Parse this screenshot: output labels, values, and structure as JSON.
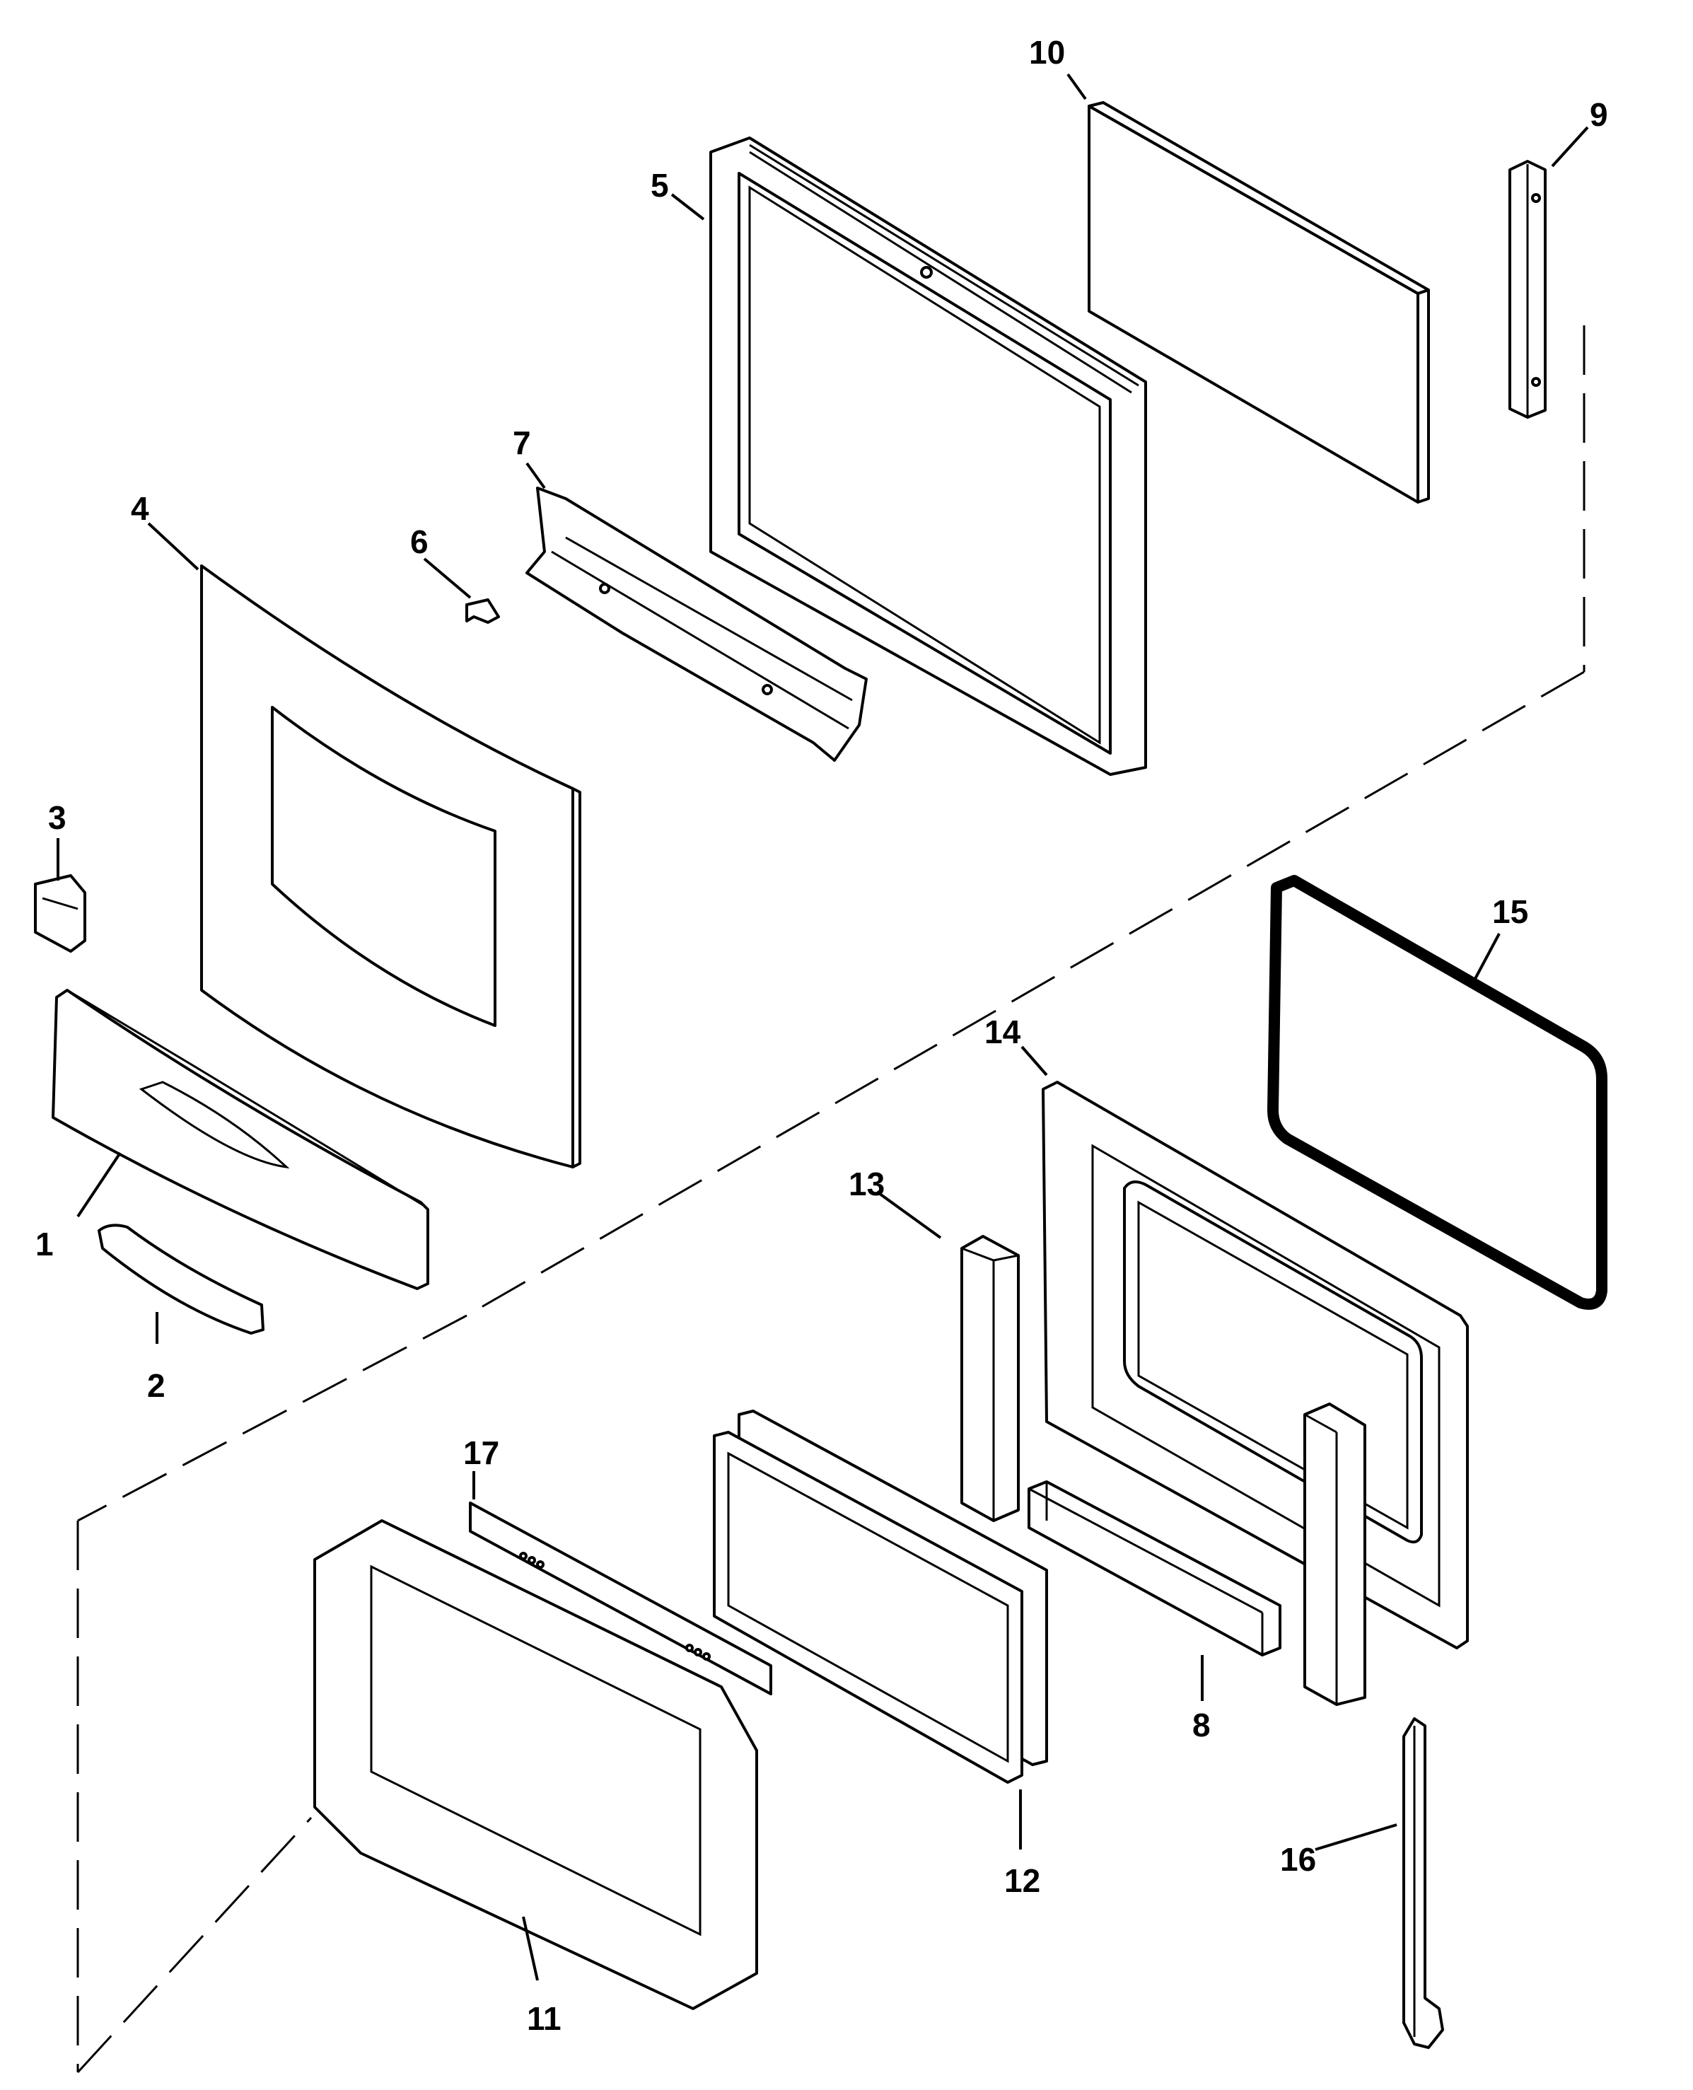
{
  "diagram": {
    "callouts": [
      {
        "id": "1",
        "label": "1"
      },
      {
        "id": "2",
        "label": "2"
      },
      {
        "id": "3",
        "label": "3"
      },
      {
        "id": "4",
        "label": "4"
      },
      {
        "id": "5",
        "label": "5"
      },
      {
        "id": "6",
        "label": "6"
      },
      {
        "id": "7",
        "label": "7"
      },
      {
        "id": "8",
        "label": "8"
      },
      {
        "id": "9",
        "label": "9"
      },
      {
        "id": "10",
        "label": "10"
      },
      {
        "id": "11",
        "label": "11"
      },
      {
        "id": "12",
        "label": "12"
      },
      {
        "id": "13",
        "label": "13"
      },
      {
        "id": "14",
        "label": "14"
      },
      {
        "id": "15",
        "label": "15"
      },
      {
        "id": "16",
        "label": "16"
      },
      {
        "id": "17",
        "label": "17"
      }
    ],
    "colors": {
      "line": "#000000",
      "background": "#ffffff"
    }
  }
}
